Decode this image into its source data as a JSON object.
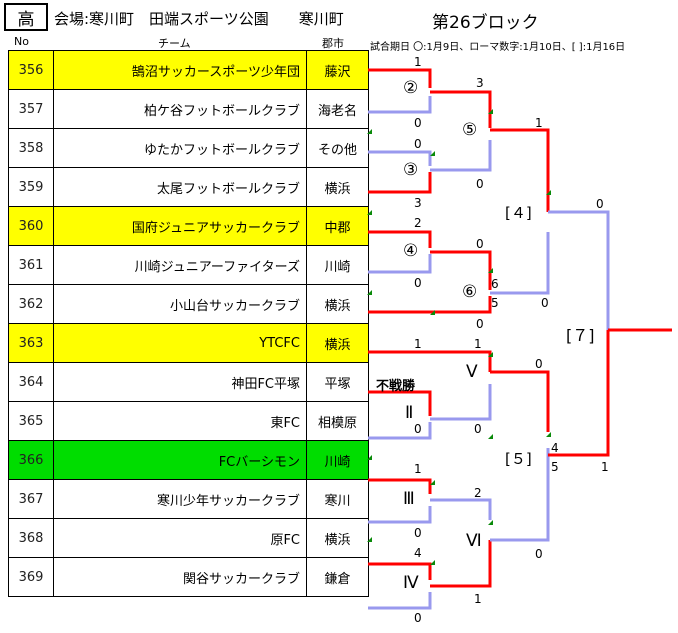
{
  "header": {
    "badge": "高",
    "venue": "会場:寒川町　田端スポーツ公園　　寒川町",
    "block": "第26ブロック",
    "note": "試合期日 〇:1月9日、ローマ数字:1月10日、[ ]:1月16日",
    "col_no": "No",
    "col_team": "チーム",
    "col_city": "郡市"
  },
  "teams": [
    {
      "no": "356",
      "name": "鵠沼サッカースポーツ少年団",
      "city": "藤沢",
      "hl": "yellow"
    },
    {
      "no": "357",
      "name": "柏ケ谷フットボールクラブ",
      "city": "海老名",
      "hl": ""
    },
    {
      "no": "358",
      "name": "ゆたかフットボールクラブ",
      "city": "その他",
      "hl": ""
    },
    {
      "no": "359",
      "name": "太尾フットボールクラブ",
      "city": "横浜",
      "hl": ""
    },
    {
      "no": "360",
      "name": "国府ジュニアサッカークラブ",
      "city": "中郡",
      "hl": "yellow"
    },
    {
      "no": "361",
      "name": "川崎ジュニアーファイターズ",
      "city": "川崎",
      "hl": ""
    },
    {
      "no": "362",
      "name": "小山台サッカークラブ",
      "city": "横浜",
      "hl": ""
    },
    {
      "no": "363",
      "name": "YTCFC",
      "city": "横浜",
      "hl": "yellow"
    },
    {
      "no": "364",
      "name": "神田FC平塚",
      "city": "平塚",
      "hl": ""
    },
    {
      "no": "365",
      "name": "東FC",
      "city": "相模原",
      "hl": ""
    },
    {
      "no": "366",
      "name": "FCバーシモン",
      "city": "川崎",
      "hl": "green"
    },
    {
      "no": "367",
      "name": "寒川少年サッカークラブ",
      "city": "寒川",
      "hl": ""
    },
    {
      "no": "368",
      "name": "原FC",
      "city": "横浜",
      "hl": ""
    },
    {
      "no": "369",
      "name": "関谷サッカークラブ",
      "city": "鎌倉",
      "hl": ""
    }
  ],
  "rounds": {
    "r2": "②",
    "r3": "③",
    "r4": "④",
    "r5": "⑤",
    "r6": "⑥",
    "rII": "Ⅱ",
    "rIII": "Ⅲ",
    "rIV": "Ⅳ",
    "rV": "Ⅴ",
    "rVI": "Ⅵ",
    "b4": "[４]",
    "b5": "[５]",
    "b7": "[７]"
  },
  "walkover": "不戦勝",
  "scores": {
    "s1": "1",
    "s2": "0",
    "s3": "0",
    "s4": "3",
    "s5": "2",
    "s6": "0",
    "s7": "3",
    "s8": "0",
    "s9": "0",
    "s10": "6",
    "s11": "5",
    "s12": "0",
    "s13": "1",
    "s14": "0",
    "s15": "0",
    "s16": "1",
    "s17": "0",
    "s18": "4",
    "s19": "5",
    "s20": "1",
    "s21": "1",
    "s22": "0",
    "s23": "4",
    "s24": "0",
    "s25": "2",
    "s26": "0",
    "s27": "1",
    "s28": "0",
    "s29": "0",
    "s30": "1"
  },
  "colors": {
    "win": "#ff0000",
    "lose": "#9999ee",
    "yellow": "#ffff00",
    "green": "#00dd00"
  }
}
